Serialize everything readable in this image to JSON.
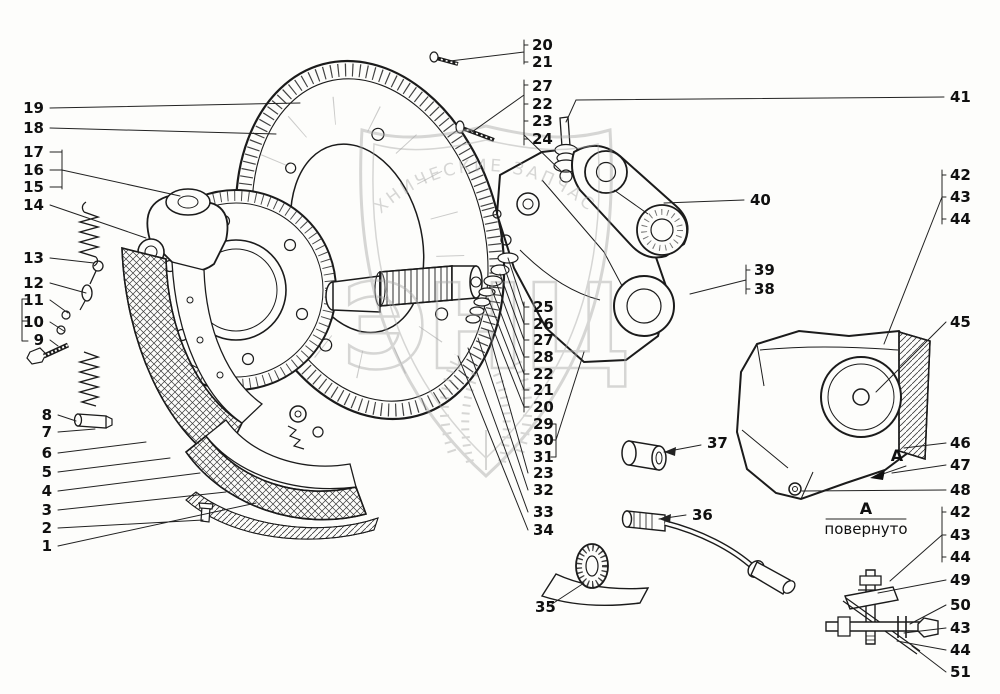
{
  "watermark": {
    "arc_text": "ТЕХНИЧЕСКИЕ ЗАПЧАСТИ",
    "logo_text": "ЭНЦ"
  },
  "view_a": {
    "arrow_label": "А",
    "rotated_line1": "А",
    "rotated_line2": "повернуто"
  },
  "callouts": {
    "L19": "19",
    "L18": "18",
    "L17": "17",
    "L16": "16",
    "L15": "15",
    "L14": "14",
    "L13": "13",
    "L12": "12",
    "L11": "11",
    "L10": "10",
    "L9": "9",
    "L8": "8",
    "L7": "7",
    "L6": "6",
    "L5": "5",
    "L4": "4",
    "L3": "3",
    "L2": "2",
    "L1": "1",
    "T20": "20",
    "T21": "21",
    "T27": "27",
    "T22": "22",
    "T23": "23",
    "T24": "24",
    "T41": "41",
    "R40": "40",
    "R42a": "42",
    "R43a": "43",
    "R44a": "44",
    "R39": "39",
    "R38": "38",
    "R45": "45",
    "R46": "46",
    "R47": "47",
    "R48": "48",
    "R42b": "42",
    "R43b": "43",
    "R44b": "44",
    "R49": "49",
    "R50": "50",
    "R43c": "43",
    "R44c": "44",
    "R51": "51",
    "M25": "25",
    "M26": "26",
    "M27": "27",
    "M28": "28",
    "M22": "22",
    "M21": "21",
    "M20": "20",
    "M29": "29",
    "M30": "30",
    "M31": "31",
    "M23": "23",
    "M32": "32",
    "M33": "33",
    "M34": "34",
    "P37": "37",
    "P36": "36",
    "P35": "35"
  }
}
